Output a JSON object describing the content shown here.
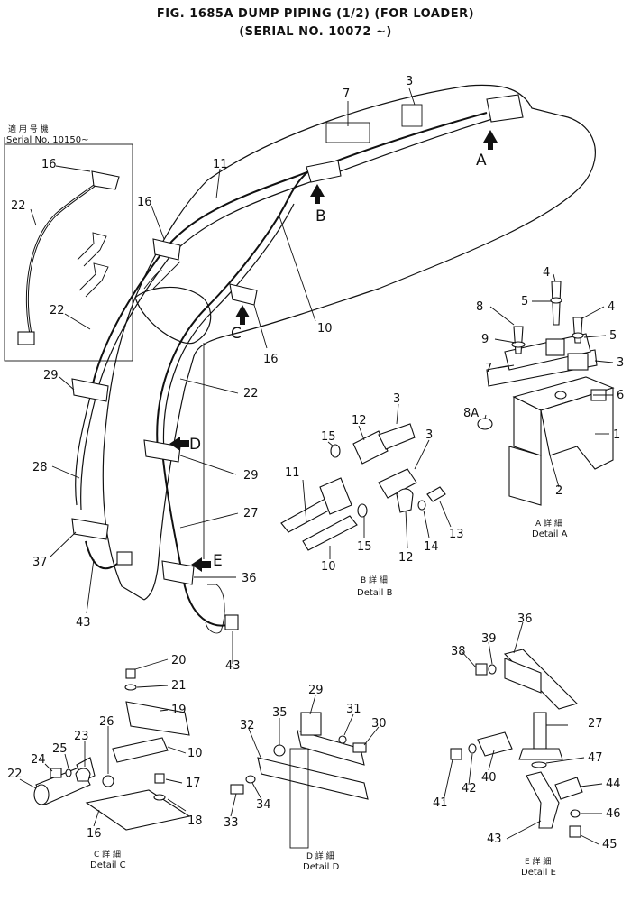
{
  "header": {
    "title_line1": "FIG. 1685A   DUMP PIPING (1/2) (FOR LOADER)",
    "title_line2": "(SERIAL NO. 10072 ~)"
  },
  "inset": {
    "kanji": "適 用 号 機",
    "serial": "Serial No. 10150~"
  },
  "details": {
    "a": {
      "jp": "A 詳 細",
      "en": "Detail A"
    },
    "b": {
      "jp": "B 詳 細",
      "en": "Detail B"
    },
    "c": {
      "jp": "C 詳 細",
      "en": "Detail C"
    },
    "d": {
      "jp": "D 詳 細",
      "en": "Detail D"
    },
    "e": {
      "jp": "E 詳 細",
      "en": "Detail E"
    }
  },
  "arrows": {
    "a": "A",
    "b": "B",
    "c": "C",
    "d": "D",
    "e": "E"
  },
  "callouts": [
    "16",
    "22",
    "22",
    "29",
    "28",
    "37",
    "43",
    "11",
    "16",
    "16",
    "10",
    "22",
    "29",
    "27",
    "36",
    "43",
    "7",
    "3",
    "4",
    "5",
    "8",
    "4",
    "9",
    "5",
    "7",
    "3",
    "6",
    "8A",
    "1",
    "2",
    "3",
    "12",
    "15",
    "11",
    "3",
    "15",
    "10",
    "12",
    "14",
    "13",
    "20",
    "21",
    "19",
    "26",
    "10",
    "23",
    "25",
    "24",
    "22",
    "17",
    "18",
    "16",
    "29",
    "35",
    "31",
    "30",
    "32",
    "34",
    "33",
    "36",
    "38",
    "39",
    "27",
    "47",
    "40",
    "42",
    "41",
    "44",
    "43",
    "46",
    "45"
  ]
}
